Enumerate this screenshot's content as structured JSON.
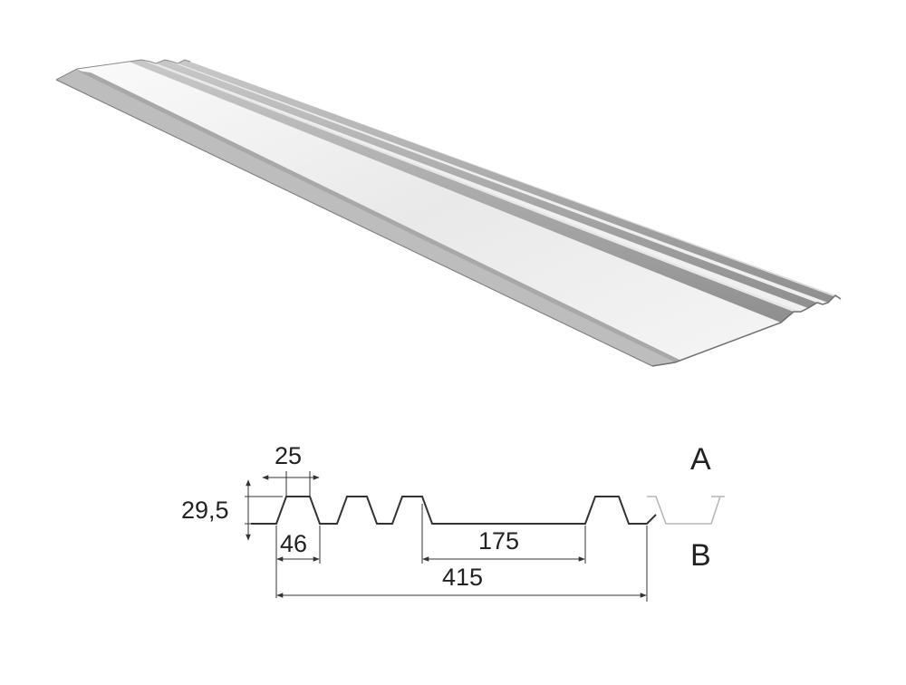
{
  "dimensions": {
    "rib_top_width": "25",
    "height": "29,5",
    "rib_base_width": "46",
    "flat_span": "175",
    "overall_width": "415"
  },
  "sides": {
    "top": "A",
    "bottom": "B"
  },
  "colors": {
    "sheet_light": "#f2f2f2",
    "sheet_mid": "#d9d9d9",
    "sheet_dark": "#9a9a9a",
    "line": "#333333",
    "ghost_line": "#b5b5b5"
  }
}
